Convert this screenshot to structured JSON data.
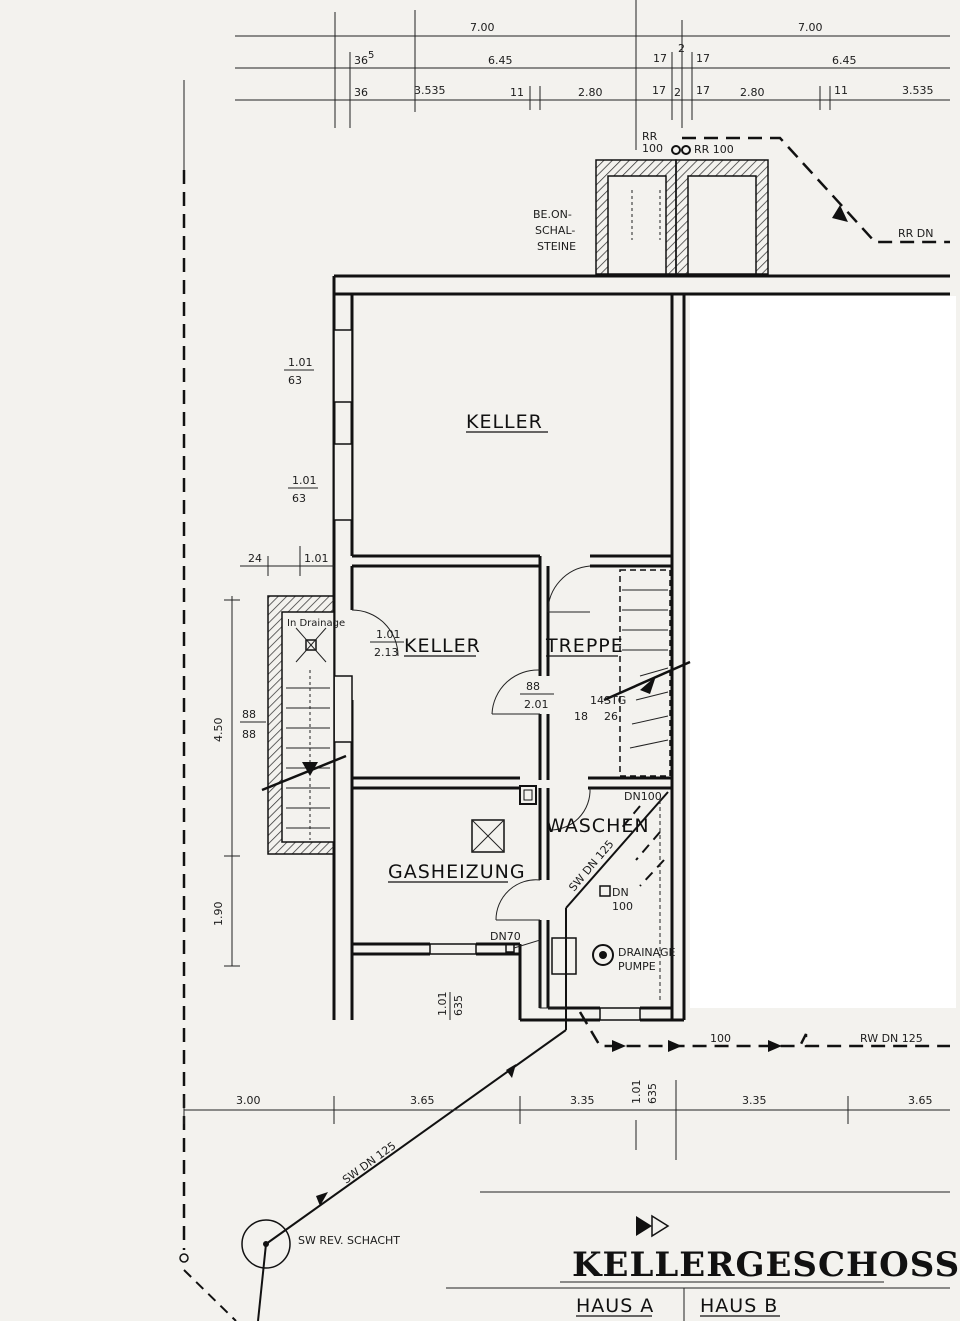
{
  "title": "KELLERGESCHOSS",
  "houses": [
    "HAUS A",
    "HAUS B"
  ],
  "rooms": {
    "keller_top": "KELLER",
    "keller_mid": "KELLER",
    "treppe": "TREPPE",
    "waschen": "WASCHEN",
    "gasheizung": "GASHEIZUNG"
  },
  "labels": {
    "betonschalsteine": [
      "BE.ON-",
      "SCHAL-",
      "STEINE"
    ],
    "rr_100_a": [
      "RR",
      "100"
    ],
    "rr_100_b": "RR 100",
    "rr_dn": "RR DN",
    "in_drainage": "In Drainage",
    "stairs_count": "14STG",
    "stairs_dim": "18",
    "stairs_dim2": "26",
    "dn100_top": "DN100",
    "sw_dn125_inner": "SW DN 125",
    "dn100_floor": [
      "DN",
      "100"
    ],
    "dn70": "DN70",
    "drainage_pumpe": [
      "DRAINAGE",
      "PUMPE"
    ],
    "sw_dn125_outer": "SW DN 125",
    "sw_rev_schacht": "SW REV. SCHACHT",
    "rw_dn125": "RW DN 125",
    "dn100_bottom": "100"
  },
  "dims_top_row1": [
    "7.00",
    "7.00"
  ],
  "dims_top_row2": [
    "36",
    "6.45",
    "17",
    "2",
    "17",
    "6.45"
  ],
  "dims_top_row3": [
    "36",
    "3.535",
    "11",
    "2.80",
    "17",
    "2",
    "17",
    "2.80",
    "11",
    "3.535"
  ],
  "sup5": "5",
  "dims_bottom": [
    "3.00",
    "3.65",
    "3.35",
    "3.35",
    "3.65"
  ],
  "dims_bottom_frac": [
    "1.01",
    "635"
  ],
  "dims_left": [
    "4.50",
    "1.90"
  ],
  "window_dims": [
    {
      "top": "1.01",
      "bottom": "63"
    },
    {
      "top": "1.01",
      "bottom": "63"
    }
  ],
  "left_dims_24": "24",
  "left_dims_101": "1.01",
  "lightwell_dims": [
    "88",
    "88"
  ],
  "door_dims": {
    "a_top": "1.01",
    "a_bottom": "2.13",
    "b_top": "88",
    "b_bottom": "2.01"
  },
  "bottom_window_dims": [
    "1.01",
    "635"
  ]
}
